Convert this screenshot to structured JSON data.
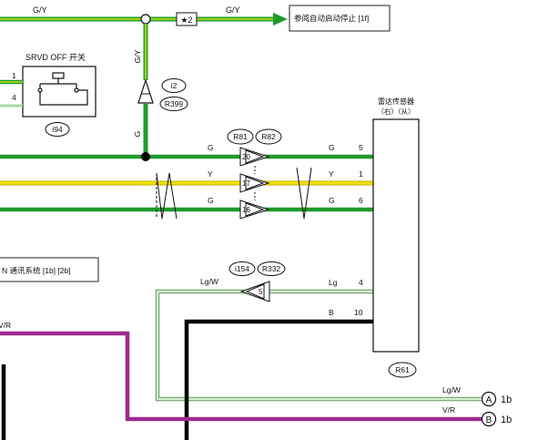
{
  "wires": {
    "top_left_label": "G/Y",
    "top_right_label": "G/Y",
    "fuse_label": "★2",
    "vertical_gy_label": "G/Y",
    "vertical_g_label": "G",
    "g_left_label": "G",
    "g_right_label": "G",
    "y_left_label": "Y",
    "y_right_label": "Y",
    "g2_left_label": "G",
    "g2_right_label": "G",
    "lgw_left_label": "Lg/W",
    "lgw_right_label": "Lg",
    "b_right_label": "B",
    "vr_left_label": "V/R",
    "lgw_bottom_label": "Lg/W",
    "vr_bottom_label": "V/R"
  },
  "reference": {
    "text": "参阅自动启动停止 [1f]"
  },
  "can_reference": {
    "text": "N 通讯系统 [1b] [2b]"
  },
  "switch": {
    "title": "SRVD OFF 开关",
    "pin1": "1",
    "pin4": "4",
    "connector": "i94"
  },
  "junction": {
    "connector": "i2",
    "code": "R399"
  },
  "connectors": {
    "r81": "R81",
    "r82": "R82",
    "pin20": "20",
    "pin17": "17",
    "pin16": "16",
    "i154": "i154",
    "r332": "R332",
    "pin5": "5"
  },
  "sensor": {
    "title": "雷达传感器",
    "subtitle": "（右）（从）",
    "connector": "R61",
    "pins": [
      "5",
      "1",
      "6",
      "4",
      "10"
    ]
  },
  "terminals": {
    "a_letter": "A",
    "a_ref": "1b",
    "b_letter": "B",
    "b_ref": "1b"
  },
  "colors": {
    "green": "#1e9a2b",
    "green_yellow": "#9bd11e",
    "yellow": "#f2e100",
    "light_green": "#a5d9a2",
    "violet_red": "#a02a8f",
    "black": "#000000"
  }
}
